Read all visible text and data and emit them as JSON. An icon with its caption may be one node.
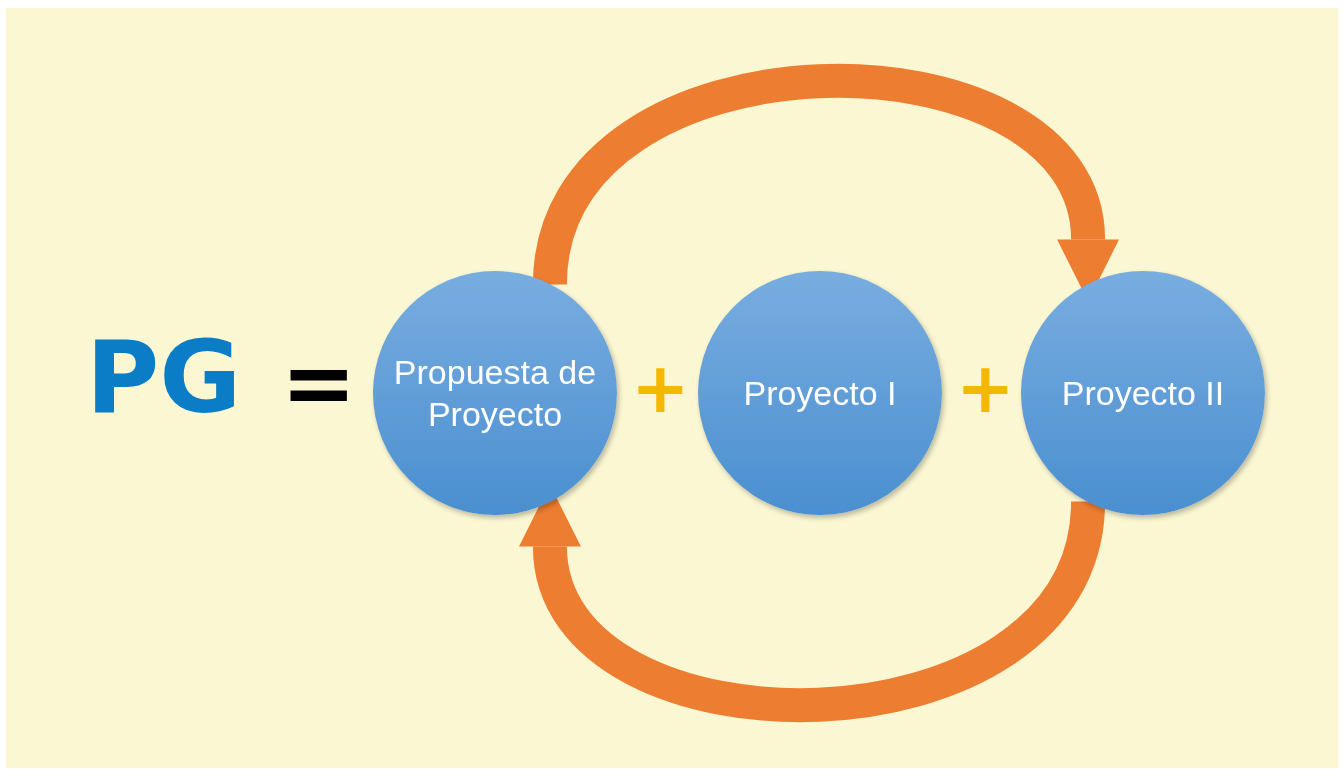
{
  "diagram": {
    "nodes": [
      {
        "text": [
          "Propuesta de Proyecto"
        ]
      },
      {
        "text": [
          "Proyecto I"
        ]
      },
      {
        "text": [
          "Proyecto II"
        ]
      }
    ],
    "edges": [
      {
        "from": 0,
        "to": 2,
        "arrow": "to"
      },
      {
        "from": 2,
        "to": 0,
        "arrow": "to"
      }
    ],
    "labels": [
      "PG",
      "=",
      "+",
      "+"
    ]
  }
}
